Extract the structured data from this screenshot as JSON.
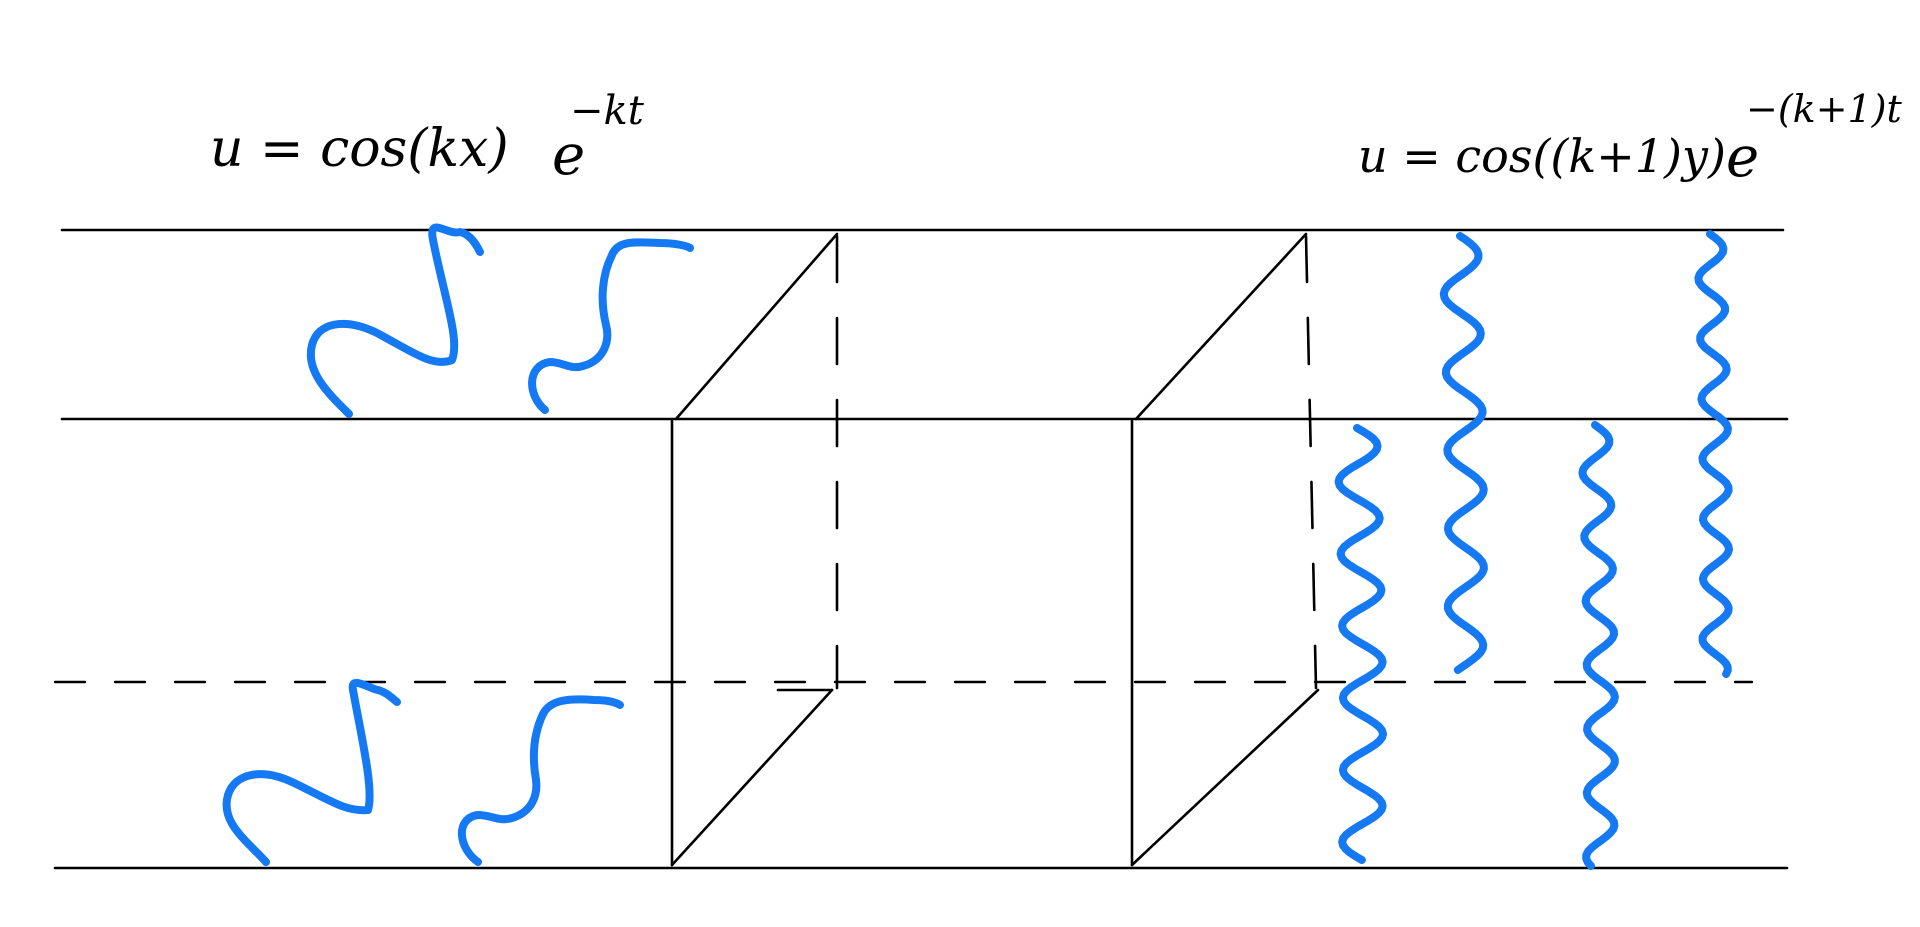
{
  "formulas": {
    "left": {
      "lhs": "u = cos(kx)",
      "base": "e",
      "exponent": "−kt"
    },
    "right": {
      "lhs": "u = cos((k+1)y)",
      "base": "e",
      "exponent": "−(k+1)t"
    }
  },
  "colors": {
    "ink": "#000000",
    "wave": "#1479F2"
  }
}
